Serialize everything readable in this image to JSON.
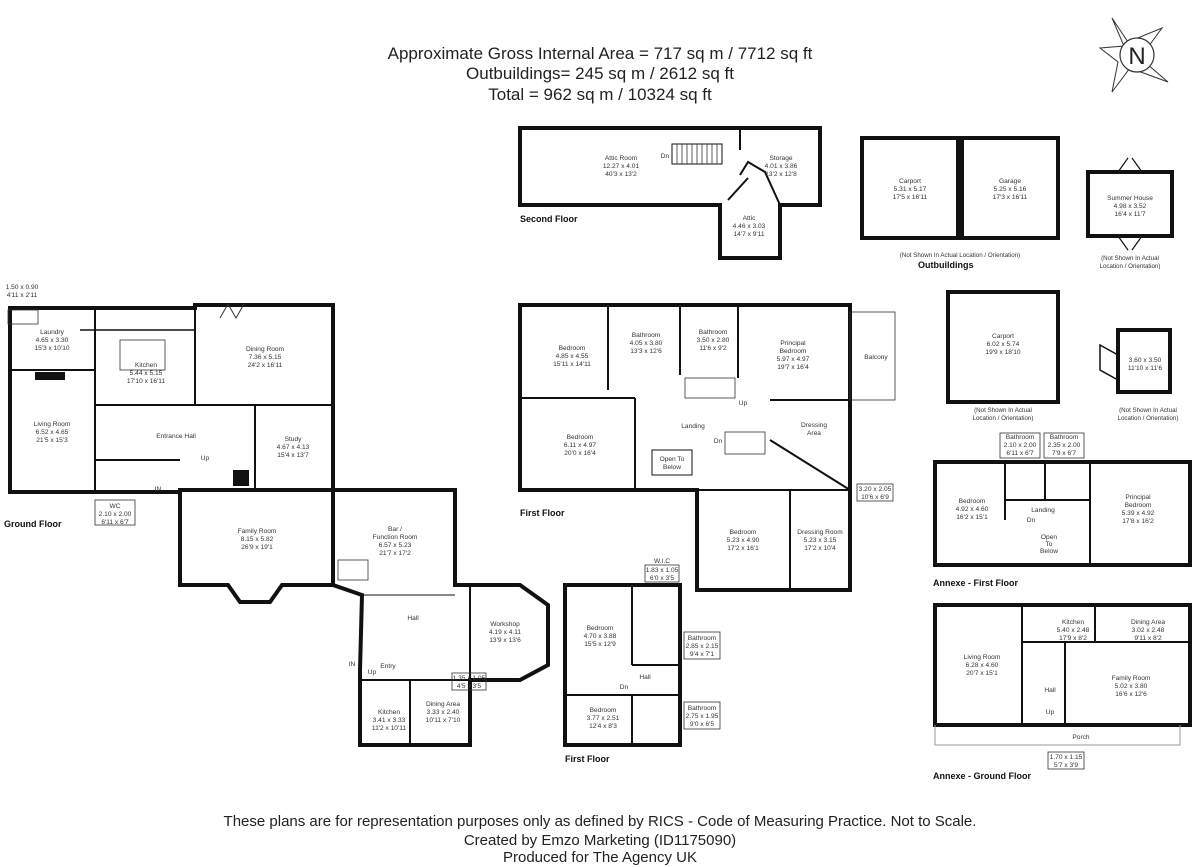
{
  "header": {
    "line1": "Approximate Gross Internal Area = 717 sq m / 7712 sq ft",
    "line2": "Outbuildings= 245 sq m / 2612 sq ft",
    "line3": "Total = 962 sq m / 10324 sq ft"
  },
  "footer": {
    "line1": "These plans are for representation purposes only as defined by RICS - Code of Measuring Practice. Not to Scale.",
    "line2": "Created by Emzo Marketing (ID1175090)",
    "line3": "Produced for The Agency UK"
  },
  "compass": {
    "letter": "N"
  },
  "floor_titles": {
    "ground": "Ground Floor",
    "first": "First Floor",
    "first2": "First Floor",
    "second": "Second Floor",
    "outbuildings": "Outbuildings",
    "annexe_first": "Annexe - First Floor",
    "annexe_ground": "Annexe - Ground Floor"
  },
  "notes": {
    "not_shown_1": "(Not Shown In Actual Location / Orientation)",
    "not_shown_2a": "(Not Shown In Actual",
    "not_shown_2b": "Location / Orientation)",
    "not_shown_3a": "(Not Shown In Actual",
    "not_shown_3b": "Location / Orientation)",
    "not_shown_4a": "(Not Shown In Actual",
    "not_shown_4b": "Location / Orientation)"
  },
  "marks": {
    "in1": "IN",
    "in2": "IN",
    "up1": "Up",
    "up2": "Up",
    "up3": "Up",
    "up4": "Up",
    "dn1": "Dn",
    "dn2": "Dn",
    "dn3": "Dn",
    "dn4": "Dn"
  },
  "rooms": {
    "attic_room": [
      "Attic Room",
      "12.27 x 4.01",
      "40'3 x 13'2"
    ],
    "storage": [
      "Storage",
      "4.01 x 3.86",
      "13'2 x 12'8"
    ],
    "attic": [
      "Attic",
      "4.46 x 3.03",
      "14'7 x 9'11"
    ],
    "carport1": [
      "Carport",
      "5.31 x 5.17",
      "17'5 x 16'11"
    ],
    "garage": [
      "Garage",
      "5.25 x 5.16",
      "17'3 x 16'11"
    ],
    "summer_house": [
      "Summer House",
      "4.98 x 3.52",
      "16'4 x 11'7"
    ],
    "carport2": [
      "Carport",
      "6.02 x 5.74",
      "19'9 x 18'10"
    ],
    "outbuilding_small": [
      "3.60 x 3.50",
      "11'10 x 11'6"
    ],
    "store_small": [
      "1.50 x 0.90",
      "4'11 x 2'11"
    ],
    "laundry": [
      "Laundry",
      "4.65 x 3.30",
      "15'3 x 10'10"
    ],
    "kitchen": [
      "Kitchen",
      "5.44 x 5.15",
      "17'10 x 16'11"
    ],
    "dining_room": [
      "Dining Room",
      "7.36 x 5.15",
      "24'2 x 16'11"
    ],
    "living_room": [
      "Living Room",
      "6.52 x 4.65",
      "21'5 x 15'3"
    ],
    "entrance_hall": [
      "Entrance Hall"
    ],
    "study": [
      "Study",
      "4.67 x 4.13",
      "15'4 x 13'7"
    ],
    "wc": [
      "WC",
      "2.10 x 2.00",
      "6'11 x 6'7"
    ],
    "family_room": [
      "Family Room",
      "8.15 x 5.82",
      "26'9 x 19'1"
    ],
    "bar": [
      "Bar /",
      "Function Room",
      "6.57 x 5.23",
      "21'7 x 17'2"
    ],
    "hall": [
      "Hall"
    ],
    "workshop": [
      "Workshop",
      "4.19 x 4.11",
      "13'9 x 13'6"
    ],
    "entry": [
      "Entry"
    ],
    "small_135": [
      "1.35 x 1.05",
      "4'5 x 3'5"
    ],
    "dining_area": [
      "Dining Area",
      "3.33 x 2.40",
      "10'11 x 7'10"
    ],
    "kitchen2": [
      "Kitchen",
      "3.41 x 3.33",
      "11'2 x 10'11"
    ],
    "ff_bedroom1": [
      "Bedroom",
      "4.85 x 4.55",
      "15'11 x 14'11"
    ],
    "ff_bathroom1": [
      "Bathroom",
      "4.05 x 3.80",
      "13'3 x 12'6"
    ],
    "ff_bathroom2": [
      "Bathroom",
      "3.50 x 2.80",
      "11'6 x 9'2"
    ],
    "principal_bedroom": [
      "Principal",
      "Bedroom",
      "5.97 x 4.97",
      "19'7 x 16'4"
    ],
    "balcony": [
      "Balcony"
    ],
    "ff_bedroom2": [
      "Bedroom",
      "6.11 x 4.97",
      "20'0 x 16'4"
    ],
    "landing": [
      "Landing"
    ],
    "open_to_below": [
      "Open To",
      "Below"
    ],
    "dressing_area": [
      "Dressing",
      "Area"
    ],
    "small_320": [
      "3.20 x 2.05",
      "10'6 x 6'9"
    ],
    "ff_bedroom3": [
      "Bedroom",
      "5.23 x 4.90",
      "17'2 x 16'1"
    ],
    "dressing_room": [
      "Dressing Room",
      "5.23 x 3.15",
      "17'2 x 10'4"
    ],
    "wic": [
      "W.I.C",
      "1.83 x 1.05",
      "6'0 x 3'5"
    ],
    "ff2_bedroom1": [
      "Bedroom",
      "4.70 x 3.88",
      "15'5 x 12'9"
    ],
    "ff2_bathroom1": [
      "Bathroom",
      "2.85 x 2.15",
      "9'4 x 7'1"
    ],
    "ff2_hall": [
      "Hall"
    ],
    "ff2_bedroom2": [
      "Bedroom",
      "3.77 x 2.51",
      "12'4 x 8'3"
    ],
    "ff2_bathroom2": [
      "Bathroom",
      "2.75 x 1.95",
      "9'0 x 6'5"
    ],
    "an_bathroom1": [
      "Bathroom",
      "2.10 x 2.00",
      "6'11 x 6'7"
    ],
    "an_bathroom2": [
      "Bathroom",
      "2.35 x 2.00",
      "7'9 x 6'7"
    ],
    "an_bedroom": [
      "Bedroom",
      "4.92 x 4.60",
      "16'2 x 15'1"
    ],
    "an_landing": [
      "Landing"
    ],
    "an_open": [
      "Open",
      "To",
      "Below"
    ],
    "an_principal": [
      "Principal",
      "Bedroom",
      "5.39 x 4.92",
      "17'8 x 16'2"
    ],
    "an_living": [
      "Living Room",
      "6.28 x 4.60",
      "20'7 x 15'1"
    ],
    "an_kitchen": [
      "Kitchen",
      "5.40 x 2.48",
      "17'9 x 8'2"
    ],
    "an_dining": [
      "Dining Area",
      "3.02 x 2.48",
      "9'11 x 8'2"
    ],
    "an_hall": [
      "Hall"
    ],
    "an_family": [
      "Family Room",
      "5.02 x 3.80",
      "16'6 x 12'6"
    ],
    "an_porch": [
      "Porch"
    ],
    "an_small": [
      "1.70 x 1.15",
      "5'7 x 3'9"
    ]
  }
}
